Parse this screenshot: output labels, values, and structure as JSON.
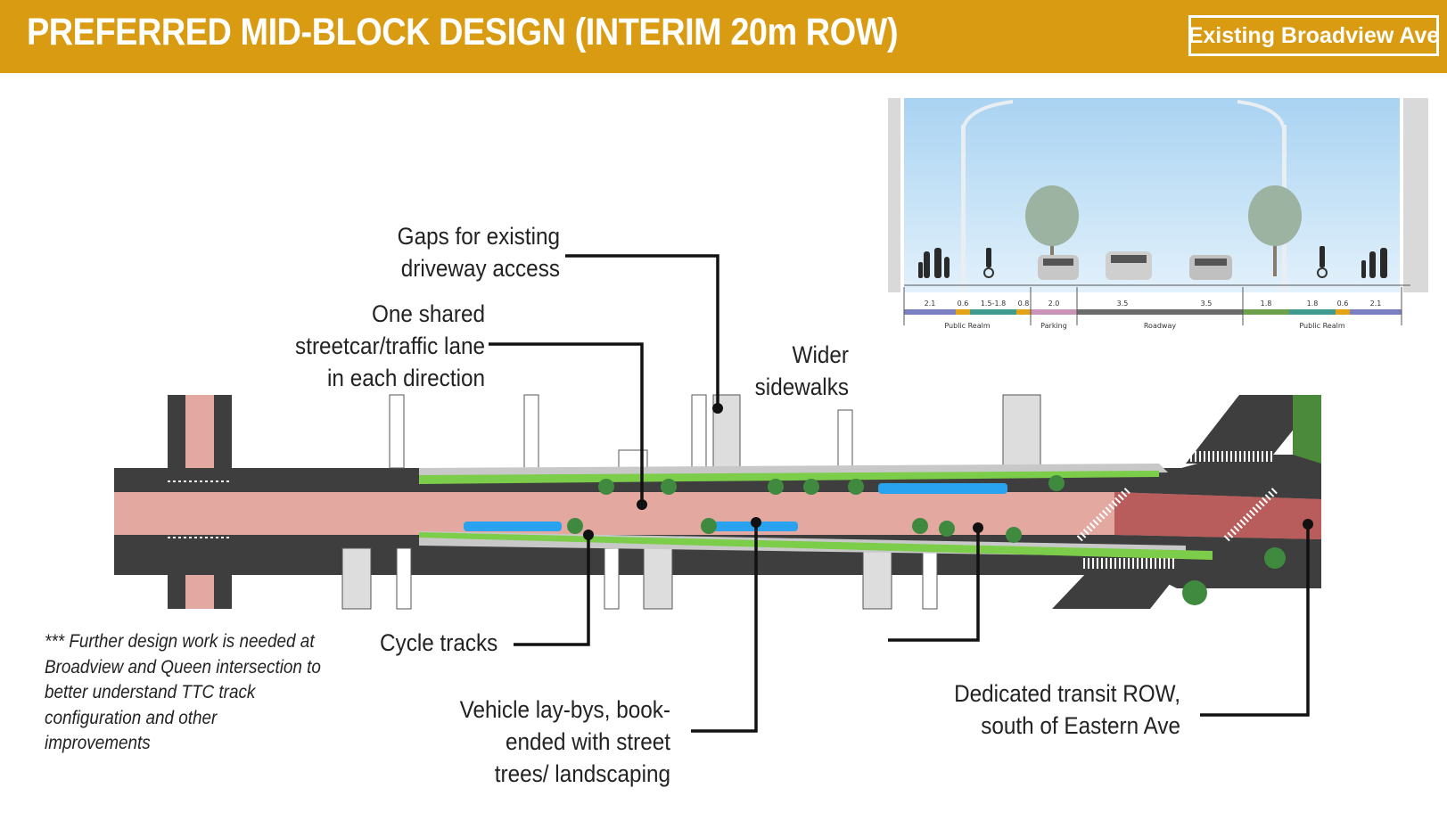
{
  "header": {
    "title": "PREFERRED MID-BLOCK DESIGN (INTERIM 20m ROW)",
    "badge": "Existing Broadview Ave"
  },
  "callouts": {
    "gaps": [
      "Gaps for existing",
      "driveway access"
    ],
    "shared_lane": [
      "One shared",
      "streetcar/traffic lane",
      "in each direction"
    ],
    "sidewalks": [
      "Wider",
      "sidewalks"
    ],
    "cycle_tracks": [
      "Cycle tracks"
    ],
    "laybys": [
      "Vehicle lay-bys, book-",
      "ended with street",
      "trees/ landscaping"
    ],
    "transit_row": [
      "Dedicated transit ROW,",
      "south of Eastern Ave"
    ]
  },
  "note": [
    "*** Further design work is needed at",
    "Broadview and Queen intersection to",
    "better understand TTC track",
    "configuration and other",
    "improvements"
  ],
  "cross_section": {
    "widths": [
      "2.1",
      "0.6",
      "1.5-1.8",
      "0.8",
      "2.0",
      "3.5",
      "3.5",
      "1.8",
      "1.8",
      "0.6",
      "2.1"
    ],
    "zones": [
      "Public Realm",
      "Parking",
      "Roadway",
      "Public Realm"
    ]
  },
  "colors": {
    "banner": "#d99b12",
    "transit_lane": "#e3a8a0",
    "cycle_track": "#7ccd4a",
    "layby": "#29a3f0",
    "road": "#4a4a4a",
    "sky": "#bfe0f7"
  }
}
